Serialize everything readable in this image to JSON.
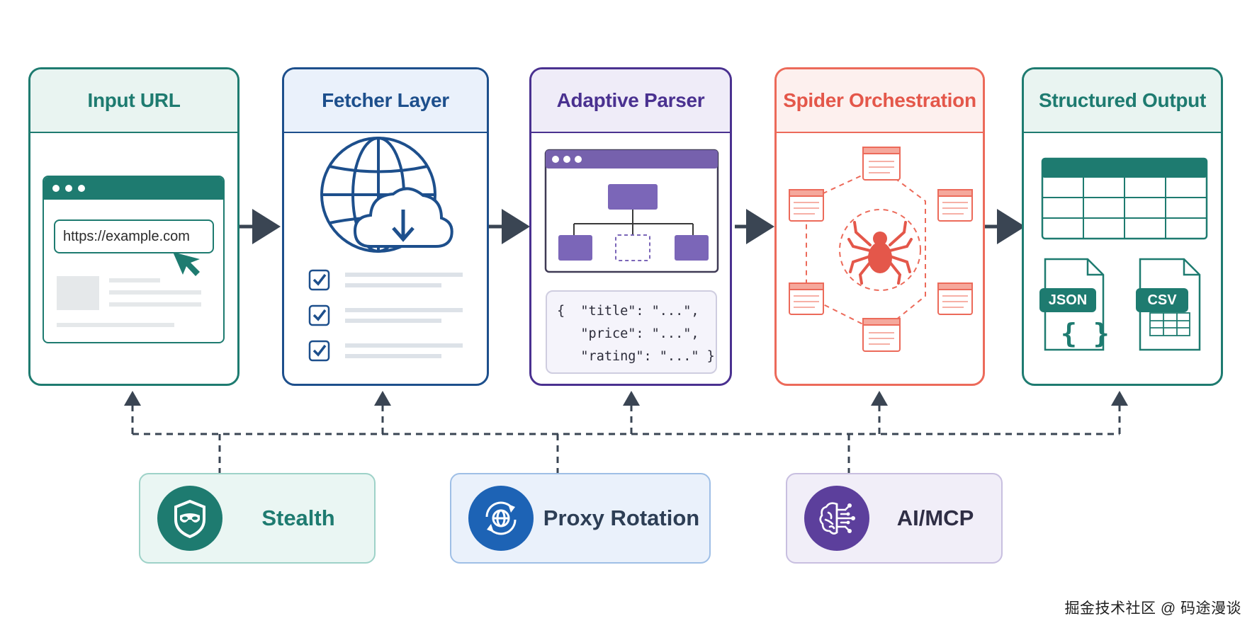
{
  "colors": {
    "teal": "#1e7b70",
    "blue": "#1d4f8c",
    "purple": "#4a3190",
    "coral": "#ec6a5a",
    "dark": "#3a4553"
  },
  "stages": [
    {
      "title": "Input URL",
      "url": "https://example.com"
    },
    {
      "title": "Fetcher Layer"
    },
    {
      "title": "Adaptive Parser",
      "json": [
        "{  \"title\": \"...\",",
        "   \"price\": \"...\",",
        "   \"rating\": \"...\" }"
      ]
    },
    {
      "title": "Spider Orchestration"
    },
    {
      "title": "Structured Output",
      "files": [
        "JSON",
        "CSV"
      ]
    }
  ],
  "features": [
    {
      "label": "Stealth",
      "icon": "mask-icon"
    },
    {
      "label": "Proxy Rotation",
      "icon": "globe-refresh-icon"
    },
    {
      "label": "AI/MCP",
      "icon": "brain-circuit-icon"
    }
  ],
  "watermark": "掘金技术社区 @ 码途漫谈"
}
